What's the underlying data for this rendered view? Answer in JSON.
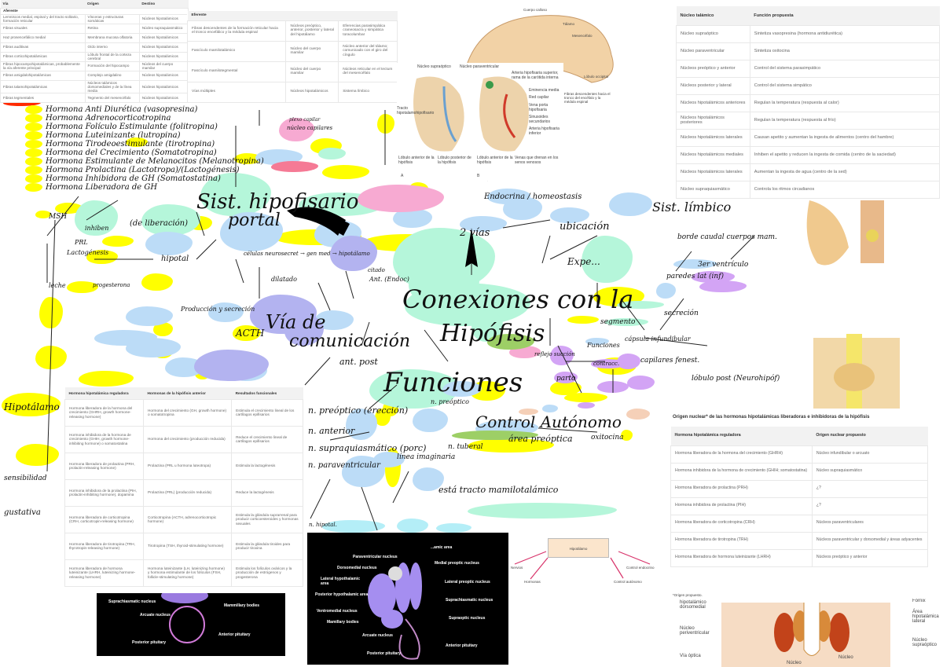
{
  "afferent_table": {
    "headers": [
      "Vía",
      "Origen",
      "Destino"
    ],
    "section": "Aferente",
    "rows": [
      [
        "Lemniscos medial, espinal y del tracto solitario, formación reticular",
        "Vísceras y estructuras somáticas",
        "Núcleos hipotalámicos"
      ],
      [
        "Fibras visuales",
        "Retina",
        "Núcleo supraquiasmático"
      ],
      [
        "Haz prosencefálico medial",
        "Membrana mucosa olfatoria",
        "Núcleos hipotalámicos"
      ],
      [
        "Fibras auditivas",
        "Oído interno",
        "Núcleos hipotalámicos"
      ],
      [
        "Fibras corticohipotalámicas",
        "Lóbulo frontal de la corteza cerebral",
        "Núcleos hipotalámicos"
      ],
      [
        "Fibras hipocampohipotalámicas, probablemente la vía aferente principal",
        "Formación del hipocampo",
        "Núcleos del cuerpo mamilar"
      ],
      [
        "Fibras amigdalohipotalámicas",
        "Complejo amigdalino",
        "Núcleos hipotalámicos"
      ],
      [
        "Fibras talamohipotalámicas",
        "Núcleos talámicos dorsomediales y de la línea media",
        "Núcleos hipotalámicos"
      ],
      [
        "Fibras tegmentales",
        "Tegmento del mesencéfalo",
        "Núcleos hipotalámicos"
      ]
    ]
  },
  "efferent_table": {
    "headers": [
      "Eferente",
      "",
      ""
    ],
    "rows": [
      [
        "Fibras descendentes de la formación reticular hacia el tronco encefálico y la médula espinal",
        "Núcleos preóptico, anterior, posterior y lateral del hipotálamo",
        "Eferencias parasimpática craneosacra y simpática toracolumbar"
      ],
      [
        "Fascículo mamilotalámico",
        "Núcleo del cuerpo mamilar",
        "Núcleo anterior del tálamo; comunicado con el giro del cíngulo"
      ],
      [
        "Fascículo mamilotegmental",
        "Núcleo del cuerpo mamilar",
        "Núcleos reticular en el tectum del mesencéfalo"
      ],
      [
        "Vías múltiples",
        "Núcleos hipotalámicos",
        "Sistema límbico"
      ]
    ]
  },
  "nucleus_table": {
    "headers": [
      "Núcleo talámico",
      "Función propuesta"
    ],
    "rows": [
      [
        "Núcleo supraóptico",
        "Sintetiza vasopresina (hormona antidiurética)"
      ],
      [
        "Núcleo paraventricular",
        "Sintetiza oxitocina"
      ],
      [
        "Núcleos preóptico y anterior",
        "Control del sistema parasimpático"
      ],
      [
        "Núcleos posterior y lateral",
        "Control del sistema simpático"
      ],
      [
        "Núcleos hipotalámicos anteriores",
        "Regulan la temperatura (respuesta al calor)"
      ],
      [
        "Núcleos hipotalámicos posteriores",
        "Regulan la temperatura (respuesta al frío)"
      ],
      [
        "Núcleos hipotalámicos laterales",
        "Causan apetito y aumentan la ingesta de alimentos (centro del hambre)"
      ],
      [
        "Núcleos hipotalámicos mediales",
        "Inhiben el apetito y reducen la ingesta de comida (centro de la saciedad)"
      ],
      [
        "Núcleos hipotalámicos laterales",
        "Aumentan la ingesta de agua (centro de la sed)"
      ],
      [
        "Núcleo supraquiasmático",
        "Controla los ritmos circadianos"
      ]
    ]
  },
  "hormone_table": {
    "headers": [
      "Hormona hipotalámica reguladora",
      "Hormonas de la hipófisis anterior",
      "Resultados funcionales"
    ],
    "rows": [
      [
        "Hormona liberadora de la hormona del crecimiento (GHRH, growth hormone-releasing hormone)",
        "Hormona del crecimiento (GH, growth hormone) o somatotropina",
        "Estimula el crecimiento lineal de los cartílagos epifisarios"
      ],
      [
        "Hormona inhibidora de la hormona de crecimiento (GHIH, growth hormone-inhibiting hormone) o somatostatina",
        "Hormona del crecimiento (producción reducida)",
        "Reduce el crecimiento lineal de cartílagos epifisarios"
      ],
      [
        "Hormona liberadora de prolactina (PRH, prolactin-releasing hormone)",
        "Prolactina (PRL u hormona luteotropa)",
        "Estimula la lactogénesis"
      ],
      [
        "Hormona inhibidora de la prolactina (PIH, prolactin-inhibiting hormone), dopamina",
        "Prolactina (PRL) (producción reducida)",
        "Reduce la lactogénesis"
      ],
      [
        "Hormona liberadora de corticotropina (CRH, corticotropin-releasing hormone)",
        "Corticotropina (ACTH, adrenocorticotropic hormone)",
        "Estimula la glándula suprarrenal para producir corticoesteroides y hormonas sexuales"
      ],
      [
        "Hormona liberadora de tirotropina (TRH, thyrotropin-releasing hormone)",
        "Tirotropina (TSH, thyroid-stimulating hormone)",
        "Estimula la glándula tiroides para producir tiroxina"
      ],
      [
        "Hormona liberadora de hormona luteinizante (LHRH, luteinizing hormone-releasing hormone)",
        "Hormona luteinizante (LH, luteinizing hormone) y hormona estimulante de los folículos (FSH, follicle-stimulating hormone)",
        "Estimula los folículos ováricos y la producción de estrógenos y progesterona"
      ]
    ]
  },
  "origin_table": {
    "caption": "Origen nuclear* de las hormonas hipotalámicas liberadoras e inhibidoras de la hipófisis",
    "headers": [
      "Hormona hipotalámica reguladora",
      "Origen nuclear propuesto"
    ],
    "rows": [
      [
        "Hormona liberadora de la hormona del crecimiento (GHRH)",
        "Núcleo infundibular o arcuato"
      ],
      [
        "Hormona inhibidora de la hormona de crecimiento (GHIH; somatostatina)",
        "Núcleo supraquiasmático"
      ],
      [
        "Hormona liberadora de prolactina (PRH)",
        "¿?"
      ],
      [
        "Hormona inhibidora de prolactina (PIH)",
        "¿?"
      ],
      [
        "Hormona liberadora de corticotropina (CRH)",
        "Núcleos paraventriculares"
      ],
      [
        "Hormona liberadora de tirotropina (TRH)",
        "Núcleos paraventricular y dorsomedial y áreas adyacentes"
      ],
      [
        "Hormona liberadora de hormona luteinizante (LHRH)",
        "Núcleos preóptico y anterior"
      ]
    ],
    "footnote": "*Origen propuesto."
  },
  "brain_figure": {
    "labels": [
      "Cuerpo calloso",
      "Tálamo",
      "Mesencéfalo",
      "Lóbulo occipital",
      "Fibras descendentes hacia el tronco del encéfalo y la médula espinal"
    ]
  },
  "pituitary_figure": {
    "labels": [
      "Núcleo supraóptico",
      "Núcleo paraventricular",
      "Tracto hipotalamohipofisario",
      "Arteria hipofisaria superior, rama de la carótida interna",
      "Eminencia media",
      "Red capilar",
      "Vena porta hipofisaria",
      "Sinusoides secundarios",
      "Arteria hipofisaria inferior",
      "Lóbulo anterior de la hipófisis",
      "Lóbulo posterior de la hipófisis",
      "Lóbulo anterior de la hipófisis",
      "Venas que drenan en los senos venosos",
      "A",
      "B"
    ]
  },
  "black_figure_small": {
    "labels": [
      "Suprachiasmatic nucleus",
      "Mammillary bodies",
      "Arcuate nucleus",
      "Anterior pituitary",
      "Posterior pituitary"
    ]
  },
  "black_figure_large": {
    "labels": [
      "...amic area",
      "Paraventricular nucleus",
      "Medial preoptic nucleus",
      "Dorsomedial nucleus",
      "Lateral hypothalamic area",
      "Lateral preoptic nucleus",
      "Posterior hypothalamic area",
      "Suprachiasmatic nucleus",
      "Ventromedial nucleus",
      "Supraoptic nucleus",
      "Mamillary bodies",
      "Arcuate nucleus",
      "Anterior pituitary",
      "Posterior pituitary"
    ]
  },
  "hypothalamus_diagram": {
    "center": "Hipotálamo",
    "inputs": [
      "Nervios",
      "Hormonas"
    ],
    "outputs": [
      "Control endocrino",
      "Control autónomo"
    ]
  },
  "section_figure": {
    "labels": [
      "hipotalámico dorsomedial",
      "Núcleo periventricular",
      "Vía óptica",
      "Fórnix",
      "Área hipotalámica lateral",
      "Núcleo supraóptico",
      "Núcleo",
      "Núcleo"
    ]
  },
  "notes": [
    "Hormona Anti Diurética (vasopresina)",
    "Hormona Adrenocorticotropina",
    "Hormona Folículo Estimulante (folitropina)",
    "Hormona Luteinizante (lutropina)",
    "Hormona Tirodeoestimulante (tirotropina)",
    "Hormona del Crecimiento (Somatotropina)",
    "Hormona Estimulante de Melanocitos (Melanotropina)",
    "Hormona Prolactina (Lactotropa)/(Lactogénesis)",
    "Hormona Inhibidora de GH (Somatostatina)",
    "Hormona Liberadora de GH",
    "Sist. hipofisario",
    "portal",
    "(de liberación)",
    "Conexiones con la",
    "Hipófisis",
    "Funciones",
    "Vía de",
    "comunicación",
    "ACTH",
    "Control Autónomo",
    "Sist. límbico",
    "ubicación",
    "Hipotálamo",
    "2 vías",
    "Endocrina / homeostasis",
    "células neurosecret → gen med → hipotálamo",
    "Producción y secreción",
    "n. preóptico (erección)",
    "n. anterior",
    "n. supraquiasmático (porc)",
    "n. paraventricular",
    "línea imaginaria",
    "está tracto mamilotalámico",
    "área preóptica",
    "oxitocina",
    "Funciones",
    "contracc.",
    "parto",
    "reflejo succión",
    "cápsula infundibular",
    "capilares fenest.",
    "lóbulo post (Neurohipóf)",
    "borde caudal cuerpos mam.",
    "paredes lat (inf)",
    "3er ventrículo",
    "secreción",
    "segmento",
    "PRL",
    "Lactogénesis",
    "leche",
    "MSH",
    "inhiben",
    "hipotal",
    "progesterona",
    "sensibilidad",
    "gustativa",
    "ant. post",
    "Expe...",
    "núcleo capilares",
    "n. tuberal",
    "n. hipotal.",
    "n. preóptico",
    "dilatado",
    "plexo capilar",
    "citado",
    "Ant. (Endoc)"
  ],
  "colors": {
    "highlight_yellow": "#ffff00",
    "mint": "#b5f6da",
    "light_blue": "#bcdcf7",
    "lavender": "#b3b3f0",
    "pink": "#f7aad2",
    "purple": "#d3a4f5",
    "green": "#9dcf66",
    "cyan": "#b4eef7",
    "red": "#ff2a00"
  }
}
